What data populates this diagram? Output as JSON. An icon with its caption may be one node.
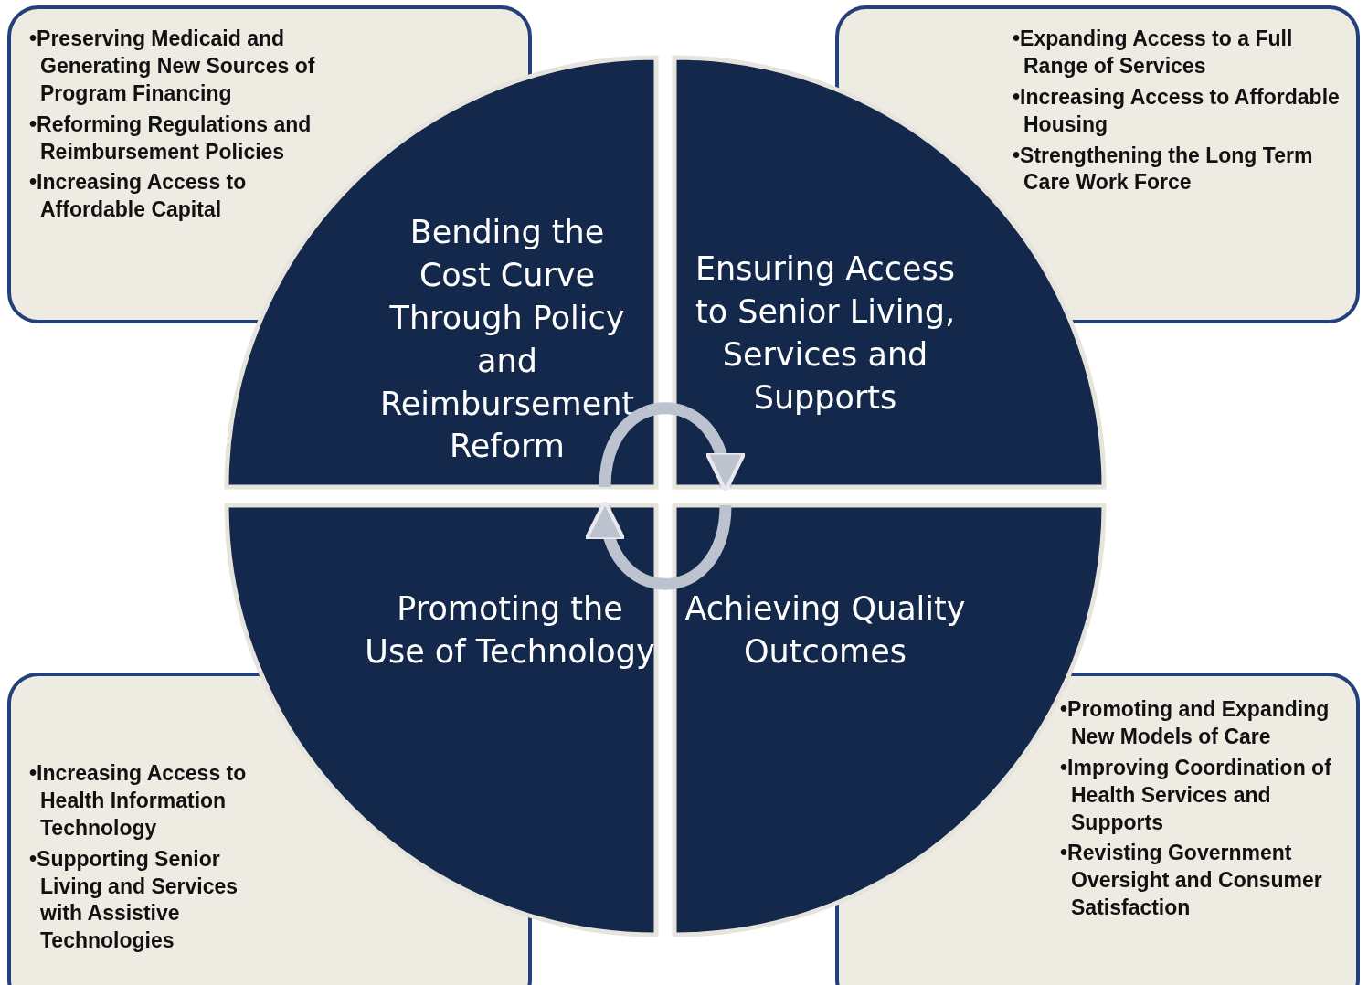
{
  "diagram": {
    "nodes": [
      {
        "text": [
          "•Preserving Medicaid and Generating New Sources of Program Financing",
          "•Reforming Regulations and Reimbursement Policies",
          "•Increasing Access to Affordable Capital"
        ]
      },
      {
        "text": [
          "•Expanding Access to a Full Range of Services",
          "•Increasing Access to Affordable Housing",
          "•Strengthening the Long Term Care Work Force"
        ]
      },
      {
        "text": [
          "Bending the Cost Curve Through Policy and Reimbursement Reform"
        ]
      },
      {
        "text": [
          "Ensuring Access to Senior Living, Services and Supports"
        ]
      },
      {
        "text": [
          "Promoting the Use of Technology"
        ]
      },
      {
        "text": [
          "Achieving Quality Outcomes"
        ]
      },
      {
        "text": [
          "•Increasing Access to Health Information Technology",
          "•Supporting Senior Living and Services with Assistive Technologies"
        ]
      },
      {
        "text": [
          "•Promoting and Expanding New Models of Care",
          "•Improving Coordination of Health Services and Supports",
          "•Revisting Government Oversight and Consumer Satisfaction"
        ]
      }
    ],
    "edges": [
      {
        "from": 2,
        "to": 3,
        "arrow": "to"
      },
      {
        "from": 5,
        "to": 4,
        "arrow": "to"
      }
    ]
  }
}
